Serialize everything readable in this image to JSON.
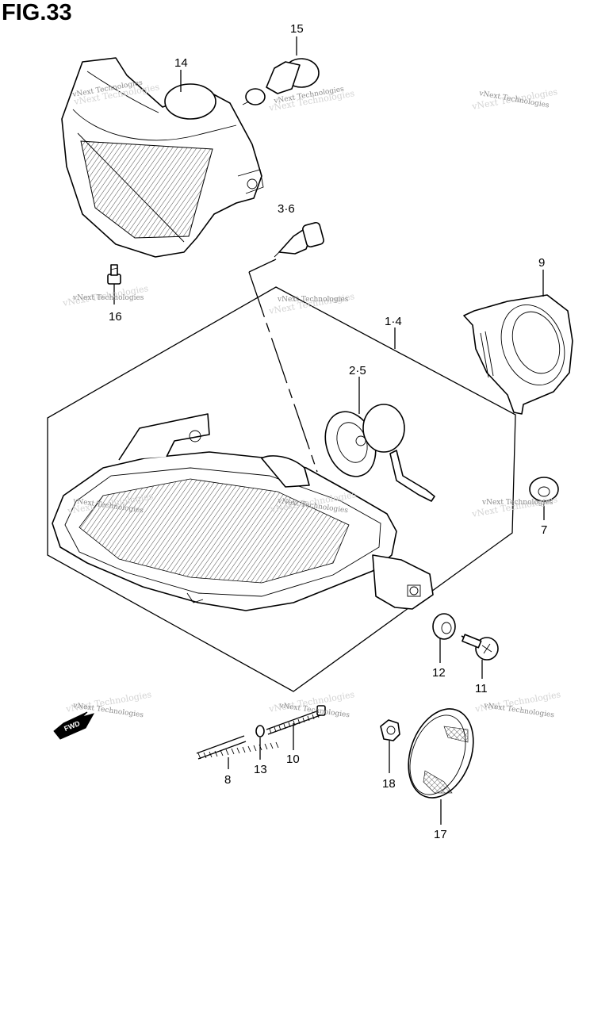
{
  "figure": {
    "title": "FIG.33"
  },
  "callouts": [
    {
      "id": "14",
      "label": "14"
    },
    {
      "id": "15",
      "label": "15"
    },
    {
      "id": "3-6",
      "label": "3·6"
    },
    {
      "id": "16",
      "label": "16"
    },
    {
      "id": "9",
      "label": "9"
    },
    {
      "id": "1-4",
      "label": "1·4"
    },
    {
      "id": "2-5",
      "label": "2·5"
    },
    {
      "id": "7",
      "label": "7"
    },
    {
      "id": "12",
      "label": "12"
    },
    {
      "id": "11",
      "label": "11"
    },
    {
      "id": "8",
      "label": "8"
    },
    {
      "id": "13",
      "label": "13"
    },
    {
      "id": "10",
      "label": "10"
    },
    {
      "id": "18",
      "label": "18"
    },
    {
      "id": "17",
      "label": "17"
    }
  ],
  "watermark": {
    "line1": "vNext Technologies",
    "line2": "vNext Technologies"
  },
  "direction_badge": {
    "text": "FWD"
  }
}
